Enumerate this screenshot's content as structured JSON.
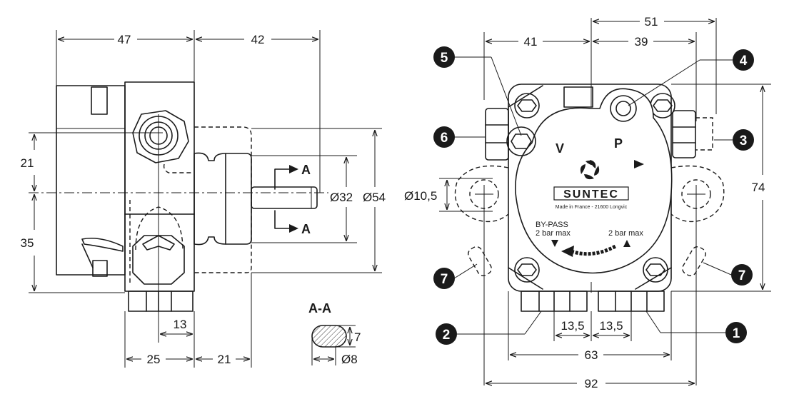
{
  "side_view": {
    "dim_width_body": "47",
    "dim_width_shaft": "42",
    "dim_upper": "21",
    "dim_lower": "35",
    "dim_shaft_dia": "Ø32",
    "dim_flange_dia": "Ø54",
    "dim_port_offset": "13",
    "dim_bottom_left": "25",
    "dim_bottom_right": "21",
    "section_marker_top": "A",
    "section_marker_bottom": "A"
  },
  "section_view": {
    "title": "A-A",
    "dim_flat": "7",
    "dim_dia": "Ø8"
  },
  "front_view": {
    "dim_top_51": "51",
    "dim_top_41": "41",
    "dim_top_39": "39",
    "dim_height_74": "74",
    "dim_hole_dia": "Ø10,5",
    "dim_port_left": "13,5",
    "dim_port_right": "13,5",
    "dim_63": "63",
    "dim_92": "92",
    "label_v": "V",
    "label_p": "P",
    "brand": "SUNTEC",
    "made_in": "Made in France - 21600 Longvic",
    "bypass": "BY-PASS",
    "bypass_pressure": "2 bar max",
    "right_pressure": "2 bar max"
  },
  "callouts": {
    "c1": "1",
    "c2": "2",
    "c3": "3",
    "c4": "4",
    "c5": "5",
    "c6": "6",
    "c7a": "7",
    "c7b": "7"
  }
}
